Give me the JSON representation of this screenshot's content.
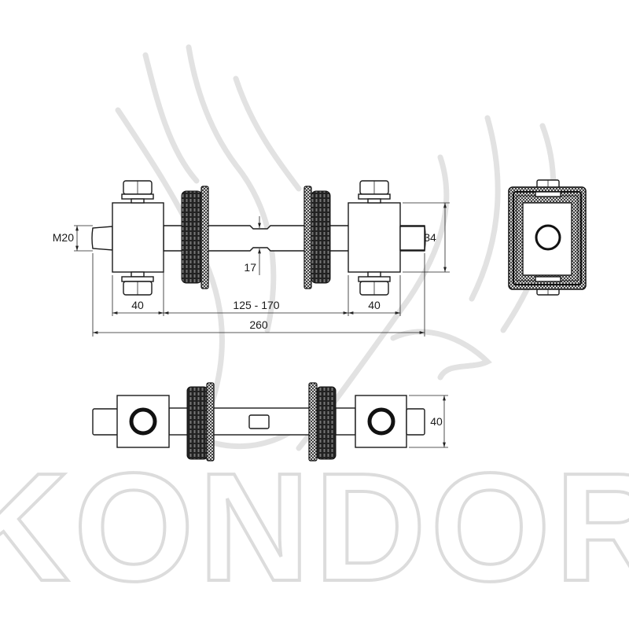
{
  "watermark": {
    "brand_text": "KONDOR"
  },
  "dimensions": {
    "thread": "M20",
    "neck_diameter": "17",
    "block_height": "34",
    "left_block_width": "40",
    "adjust_range": "125 - 170",
    "right_block_width": "40",
    "overall_length": "260",
    "bottom_block_height": "40"
  },
  "colors": {
    "line": "#1a1a1a",
    "watermark": "#dcdcdc"
  }
}
